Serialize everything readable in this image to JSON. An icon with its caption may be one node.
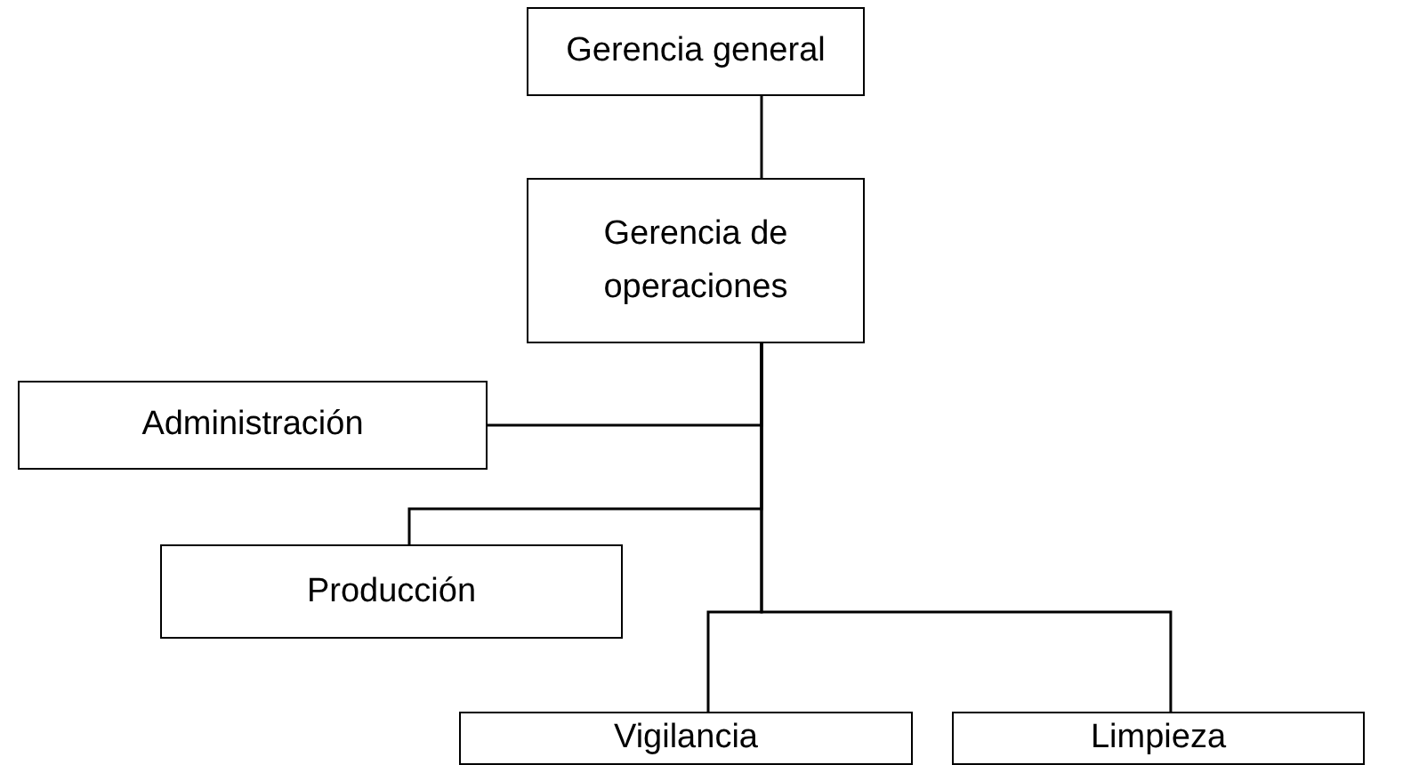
{
  "diagram": {
    "nodes": [
      {
        "text": [
          "Gerencia general"
        ]
      },
      {
        "text": [
          "Gerencia de operaciones"
        ]
      },
      {
        "text": [
          "Administración"
        ]
      },
      {
        "text": [
          "Producción"
        ]
      },
      {
        "text": [
          "Vigilancia"
        ]
      },
      {
        "text": [
          "Limpieza"
        ]
      }
    ],
    "edges": [
      {
        "from": 0,
        "to": 1,
        "arrow": "none"
      },
      {
        "from": 1,
        "to": 2,
        "arrow": "none"
      },
      {
        "from": 1,
        "to": 3,
        "arrow": "none"
      },
      {
        "from": 1,
        "to": 4,
        "arrow": "none"
      },
      {
        "from": 1,
        "to": 5,
        "arrow": "none"
      }
    ]
  }
}
